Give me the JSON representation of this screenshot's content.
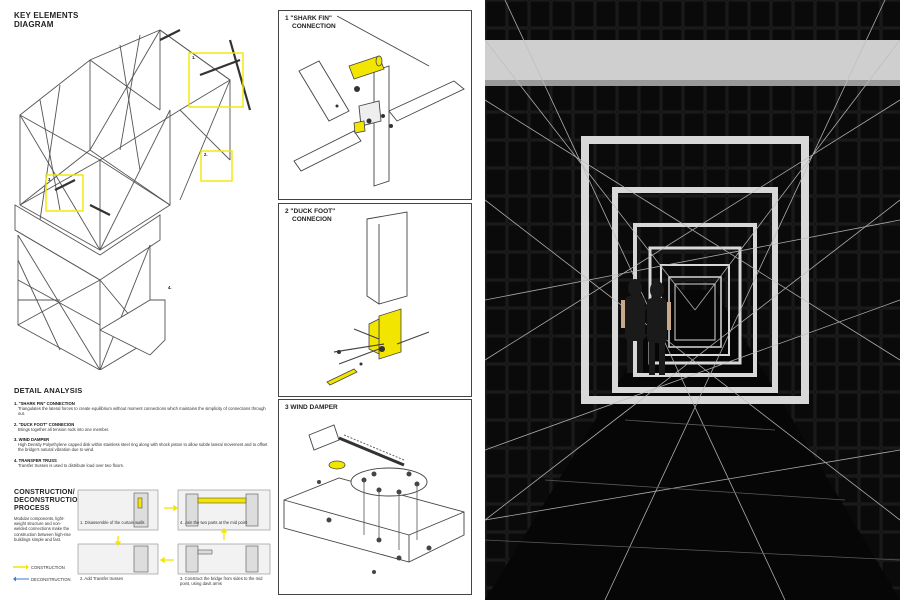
{
  "key_diagram": {
    "title_line1": "KEY ELEMENTS",
    "title_line2": "DIAGRAM",
    "callouts": [
      "1.",
      "2.",
      "3.",
      "4."
    ]
  },
  "detail_analysis": {
    "title": "DETAIL ANALYSIS",
    "items": [
      {
        "heading": "1. \"SHARK FIN\" CONNECTION",
        "text": "Triangulates the lateral forces to create equilibrium without moment connections which maintains the simplicity of connections through out."
      },
      {
        "heading": "2. \"DUCK FOOT\" CONNECION",
        "text": "Brings together all tension rods into one member."
      },
      {
        "heading": "3. WIND DAMPER",
        "text": "High Density Polyethylene capped disk within stainless steel ring along with shock piston to allow subtle lateral movement and to offset the bridge's natural vibration due to wind."
      },
      {
        "heading": "4. TRANSFER TRUSS",
        "text": "Transfer trusses is used to distribute load over two floors."
      }
    ]
  },
  "process": {
    "title_line1": "CONSTRUCTION/",
    "title_line2": "DECONSTRUCTION",
    "title_line3": "PROCESS",
    "description": "Modular components, light-weight structure and non-welded connections make the construction between high-rise buildings simple and fast.",
    "legend_construction": "CONSTRUCTION",
    "legend_deconstruction": "DECONSTRUCTION",
    "steps": [
      "1. Disassemble of the curtain walls",
      "2. Add Transfer trusses",
      "3. Construct the bridge from sides to the mid point, using davit arms",
      "4. Join the two parts at the mid point"
    ],
    "accent_color": "#f2e600"
  },
  "panels": {
    "shark_fin_line1": "1 \"SHARK FIN\"",
    "shark_fin_line2": "CONNECTION",
    "duck_foot_line1": "2 \"DUCK FOOT\"",
    "duck_foot_line2": "CONNECION",
    "wind_damper": "3 WIND DAMPER"
  }
}
